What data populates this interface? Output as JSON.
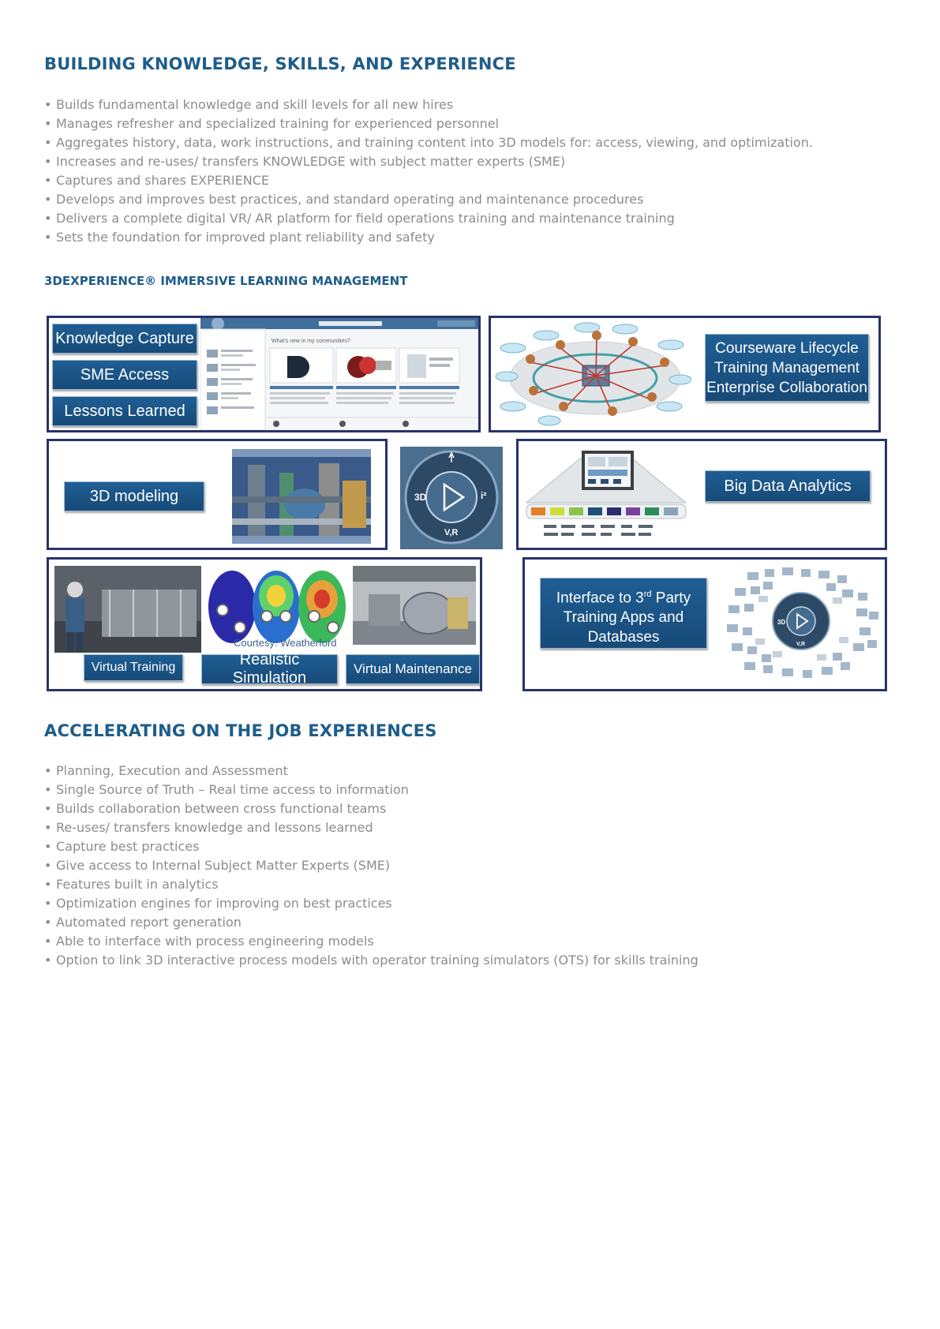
{
  "section1": {
    "heading": "BUILDING KNOWLEDGE, SKILLS, AND EXPERIENCE",
    "bullets": [
      "Builds fundamental knowledge and skill levels for all new hires",
      "Manages refresher and specialized training for experienced personnel",
      "Aggregates history, data, work instructions, and training content into 3D models for: access, viewing, and optimization.",
      "Increases and re-uses/ transfers KNOWLEDGE with subject matter experts (SME)",
      "Captures and shares EXPERIENCE",
      "Develops and improves best practices, and standard operating and maintenance procedures",
      "Delivers a complete digital VR/ AR platform for field operations training and maintenance training",
      "Sets the foundation for improved plant reliability and safety"
    ]
  },
  "figure": {
    "heading": "3DEXPERIENCE® IMMERSIVE LEARNING MANAGEMENT",
    "knowledge_capture": "Knowledge Capture",
    "sme_access": "SME Access",
    "lessons_learned": "Lessons Learned",
    "community_title": "What's new in my communities?",
    "courseware": "Courseware Lifecycle",
    "training_mgmt": "Training Management",
    "enterprise_collab": "Enterprise Collaboration",
    "modeling_3d": "3D modeling",
    "compass_3d": "3D",
    "compass_i": "i²",
    "compass_vr": "V,R",
    "big_data": "Big Data Analytics",
    "virtual_training": "Virtual Training",
    "realistic_simulation": "Realistic Simulation",
    "virtual_maintenance": "Virtual Maintenance",
    "courtesy": "Courtesy: Weatherford",
    "interface_line1": "Interface to 3",
    "interface_sup": "rd",
    "interface_line1b": " Party",
    "interface_line2": "Training Apps and",
    "interface_line3": "Databases"
  },
  "section2": {
    "heading": "ACCELERATING ON THE JOB EXPERIENCES",
    "bullets": [
      "Planning, Execution and Assessment",
      "Single Source of Truth – Real time access to information",
      "Builds collaboration between cross functional teams",
      "Re-uses/ transfers knowledge and lessons learned",
      "Capture best practices",
      "Give access to Internal Subject Matter Experts (SME)",
      "Features built in analytics",
      "Optimization engines for improving on best practices",
      "Automated report generation",
      "Able to interface with process engineering models",
      "Option to link 3D interactive process models with operator training simulators (OTS) for skills training"
    ]
  },
  "colors": {
    "heading": "#1e5d8a",
    "body_text": "#8a8d90",
    "panel_border": "#28336a",
    "label_fill": "#1f5e94"
  }
}
